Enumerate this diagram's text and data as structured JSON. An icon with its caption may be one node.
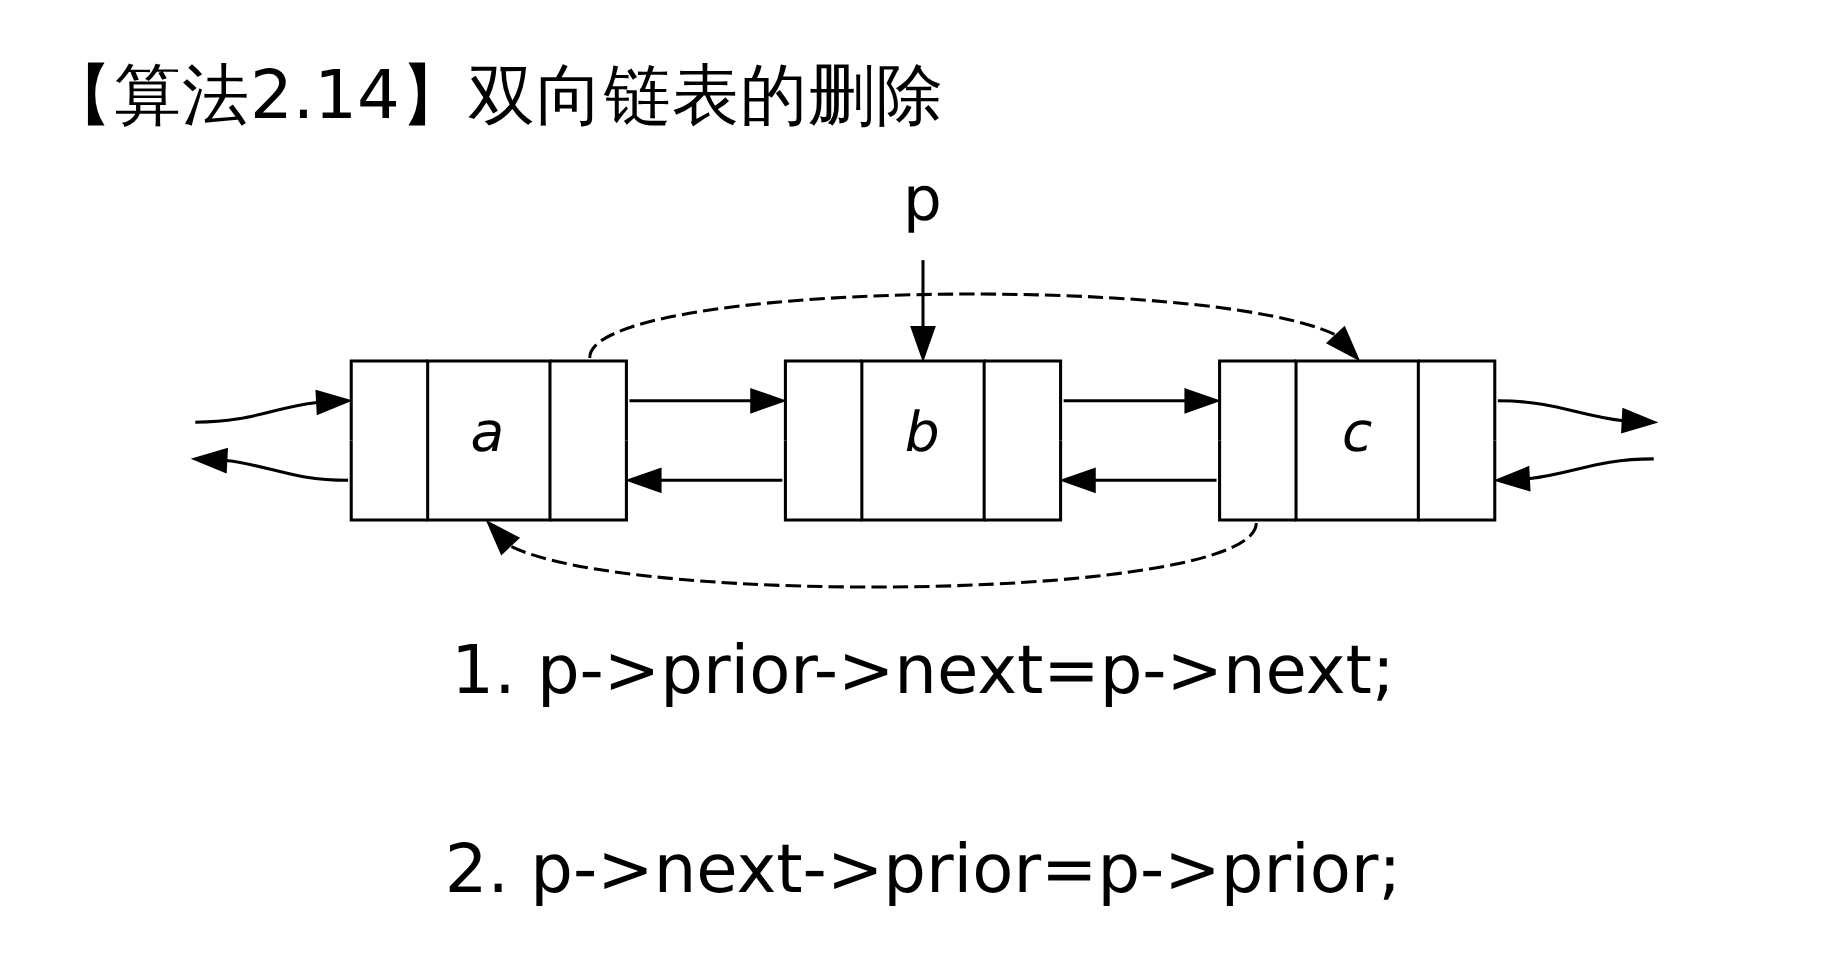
{
  "diagram": {
    "title": "【算法2.14】双向链表的删除",
    "nodes": [
      {
        "text": [
          "p"
        ]
      },
      {
        "text": [
          "a"
        ]
      },
      {
        "text": [
          "b"
        ]
      },
      {
        "text": [
          "c"
        ]
      }
    ],
    "edges": [
      {
        "from": null,
        "to": 1,
        "arrow": "to"
      },
      {
        "from": 1,
        "to": null,
        "arrow": "to"
      },
      {
        "from": 1,
        "to": 2,
        "arrow": "to"
      },
      {
        "from": 2,
        "to": 1,
        "arrow": "to"
      },
      {
        "from": 1,
        "to": 3,
        "arrow": "to",
        "style": "dashed"
      },
      {
        "from": 2,
        "to": 3,
        "arrow": "to"
      },
      {
        "from": 3,
        "to": 2,
        "arrow": "to"
      },
      {
        "from": 3,
        "to": 1,
        "arrow": "to",
        "style": "dashed"
      },
      {
        "from": 3,
        "to": null,
        "arrow": "to"
      },
      {
        "from": null,
        "to": 3,
        "arrow": "to"
      },
      {
        "from": 0,
        "to": 2,
        "arrow": "to"
      }
    ],
    "labels": [
      "1. p->prior->next=p->next;",
      "2. p->next->prior=p->prior;"
    ]
  }
}
